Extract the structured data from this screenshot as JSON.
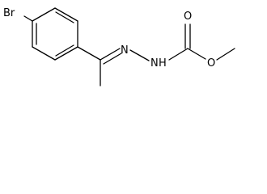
{
  "molecule": {
    "atoms": {
      "bromine": "Br",
      "imine_nitrogen": "N",
      "amine_nitrogen": "N",
      "amine_hydrogen": "H",
      "carbonyl_oxygen": "O",
      "ester_oxygen": "O"
    }
  }
}
